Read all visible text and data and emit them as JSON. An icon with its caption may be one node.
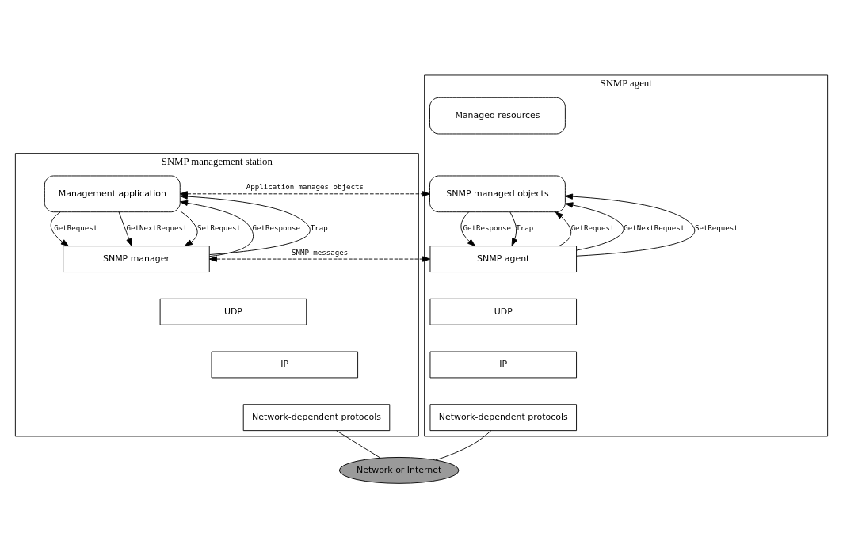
{
  "diagram": {
    "nodes": [
      {
        "text": [
          "SNMP management station"
        ]
      },
      {
        "text": [
          "Management application"
        ],
        "in": 0
      },
      {
        "text": [
          "SNMP manager"
        ],
        "in": 0
      },
      {
        "text": [
          "UDP"
        ],
        "in": 0
      },
      {
        "text": [
          "IP"
        ],
        "in": 0
      },
      {
        "text": [
          "Network-dependent protocols"
        ],
        "in": 0
      },
      {
        "text": [
          "SNMP agent"
        ]
      },
      {
        "text": [
          "Managed resources"
        ],
        "in": 6
      },
      {
        "text": [
          "SNMP managed objects"
        ],
        "in": 6
      },
      {
        "text": [
          "SNMP agent"
        ],
        "in": 6
      },
      {
        "text": [
          "UDP"
        ],
        "in": 6
      },
      {
        "text": [
          "IP"
        ],
        "in": 6
      },
      {
        "text": [
          "Network-dependent protocols"
        ],
        "in": 6
      },
      {
        "text": [
          "Network or Internet"
        ]
      }
    ],
    "edges": [
      {
        "from": 1,
        "to": 2,
        "arrow": "to",
        "label": "GetRequest"
      },
      {
        "from": 1,
        "to": 2,
        "arrow": "to",
        "label": "GetNextRequest"
      },
      {
        "from": 1,
        "to": 2,
        "arrow": "to",
        "label": "SetRequest"
      },
      {
        "from": 2,
        "to": 1,
        "arrow": "to",
        "label": "GetResponse"
      },
      {
        "from": 2,
        "to": 1,
        "arrow": "to",
        "label": "Trap"
      },
      {
        "from": 9,
        "to": 8,
        "arrow": "to",
        "label": "GetRequest"
      },
      {
        "from": 9,
        "to": 8,
        "arrow": "to",
        "label": "GetNextRequest"
      },
      {
        "from": 9,
        "to": 8,
        "arrow": "to",
        "label": "SetRequest"
      },
      {
        "from": 8,
        "to": 9,
        "arrow": "to",
        "label": "GetResponse"
      },
      {
        "from": 8,
        "to": 9,
        "arrow": "to",
        "label": "Trap"
      },
      {
        "from": 1,
        "to": 8,
        "arrow": "both",
        "style": "dashed",
        "label": "Application manages objects"
      },
      {
        "from": 2,
        "to": 9,
        "arrow": "both",
        "style": "dashed",
        "label": "SNMP messages"
      },
      {
        "from": 5,
        "to": 13,
        "arrow": "none"
      },
      {
        "from": 13,
        "to": 12,
        "arrow": "none"
      }
    ]
  }
}
